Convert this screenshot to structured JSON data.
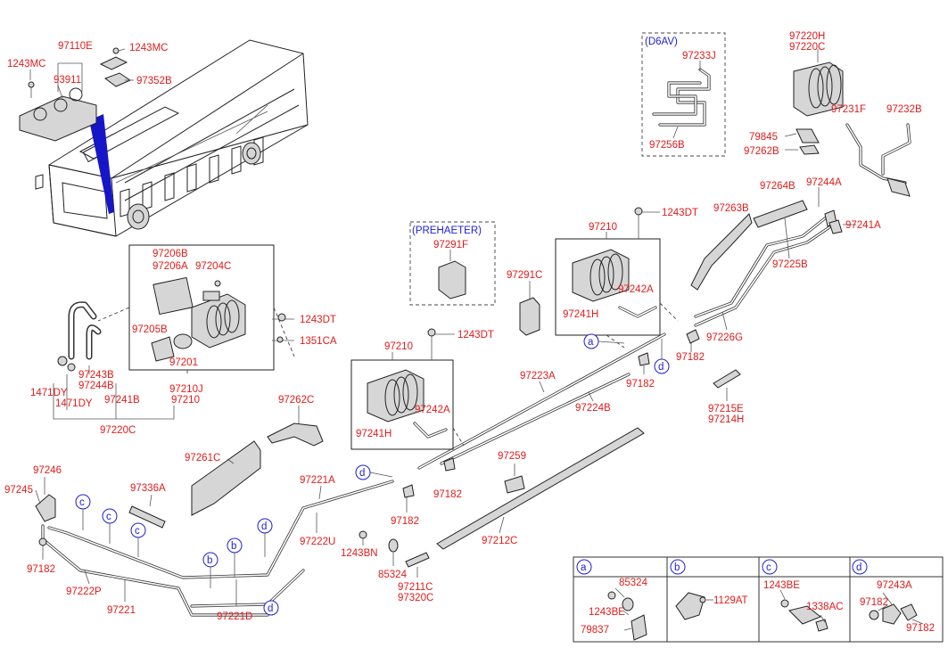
{
  "section_labels": {
    "d6av": "(D6AV)",
    "preheater": "(PREHAETER)"
  },
  "callouts": {
    "a": "a",
    "b": "b",
    "c": "c",
    "d": "d"
  },
  "parts": {
    "p97110E": "97110E",
    "p1243MC_a": "1243MC",
    "p1243MC_b": "1243MC",
    "p93911": "93911",
    "p97352B": "97352B",
    "p97206B": "97206B",
    "p97206A": "97206A",
    "p97204C": "97204C",
    "p1243DT_a": "1243DT",
    "p97205B": "97205B",
    "p1351CA": "1351CA",
    "p97201": "97201",
    "p1471DY_a": "1471DY",
    "p1471DY_b": "1471DY",
    "p97243B": "97243B",
    "p97244B": "97244B",
    "p97241B": "97241B",
    "p97210J": "97210J",
    "p97210_a": "97210",
    "p97220C_a": "97220C",
    "p97233J": "97233J",
    "p97256B": "97256B",
    "p97220H": "97220H",
    "p97220C_b": "97220C",
    "p79845": "79845",
    "p97262B": "97262B",
    "p97231F": "97231F",
    "p97232B": "97232B",
    "p97291F": "97291F",
    "p97264B": "97264B",
    "p97244A": "97244A",
    "p97241A": "97241A",
    "p97263B": "97263B",
    "p1243DT_b": "1243DT",
    "p97210_b": "97210",
    "p97291C": "97291C",
    "p97242A_a": "97242A",
    "p97241H_a": "97241H",
    "p97225B": "97225B",
    "p97226G": "97226G",
    "p97182_a": "97182",
    "p97182_b": "97182",
    "p1243DT_c": "1243DT",
    "p97210_c": "97210",
    "p97223A": "97223A",
    "p97224B": "97224B",
    "p97215E": "97215E",
    "p97214H": "97214H",
    "p97262C": "97262C",
    "p97242A_b": "97242A",
    "p97241H_b": "97241H",
    "p97261C": "97261C",
    "p97259": "97259",
    "p97182_c": "97182",
    "p97246": "97246",
    "p97245": "97245",
    "p97336A": "97336A",
    "p97221A": "97221A",
    "p97182_d": "97182",
    "p97222U": "97222U",
    "p97212C": "97212C",
    "p97182_e": "97182",
    "p1243BN": "1243BN",
    "p85324_a": "85324",
    "p97211C": "97211C",
    "p97320C": "97320C",
    "p97222P": "97222P",
    "p97221": "97221",
    "p97221D": "97221D"
  },
  "legend_table": {
    "cells": [
      {
        "key": "a",
        "parts": [
          "85324",
          "1243BE",
          "79837"
        ]
      },
      {
        "key": "b",
        "parts": [
          "1129AT"
        ]
      },
      {
        "key": "c",
        "parts": [
          "1243BE",
          "1338AC"
        ]
      },
      {
        "key": "d",
        "parts": [
          "97243A",
          "97182",
          "97182"
        ]
      }
    ]
  }
}
